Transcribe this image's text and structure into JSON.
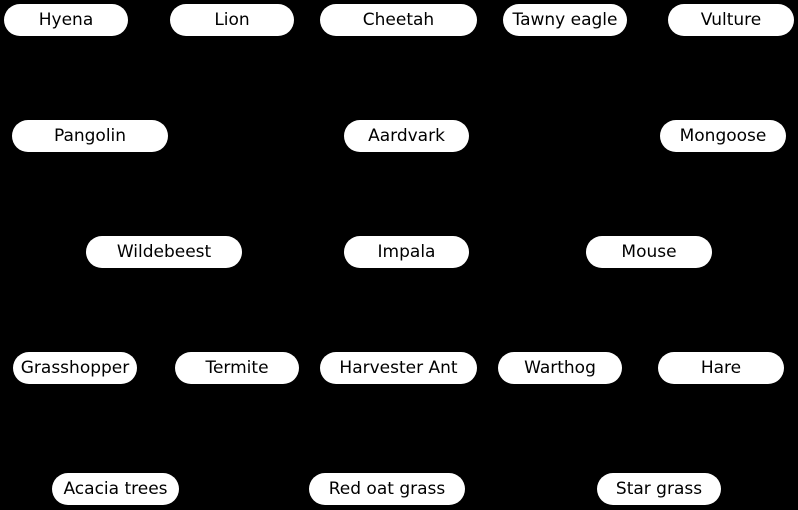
{
  "nodes": {
    "hyena": "Hyena",
    "lion": "Lion",
    "cheetah": "Cheetah",
    "tawny_eagle": "Tawny eagle",
    "vulture": "Vulture",
    "pangolin": "Pangolin",
    "aardvark": "Aardvark",
    "mongoose": "Mongoose",
    "wildebeest": "Wildebeest",
    "impala": "Impala",
    "mouse": "Mouse",
    "grasshopper": "Grasshopper",
    "termite": "Termite",
    "harvester_ant": "Harvester Ant",
    "warthog": "Warthog",
    "hare": "Hare",
    "acacia_trees": "Acacia trees",
    "red_oat_grass": "Red oat grass",
    "star_grass": "Star grass"
  },
  "colors": {
    "background": "#000000",
    "node_fill": "#ffffff",
    "node_text": "#000000"
  }
}
